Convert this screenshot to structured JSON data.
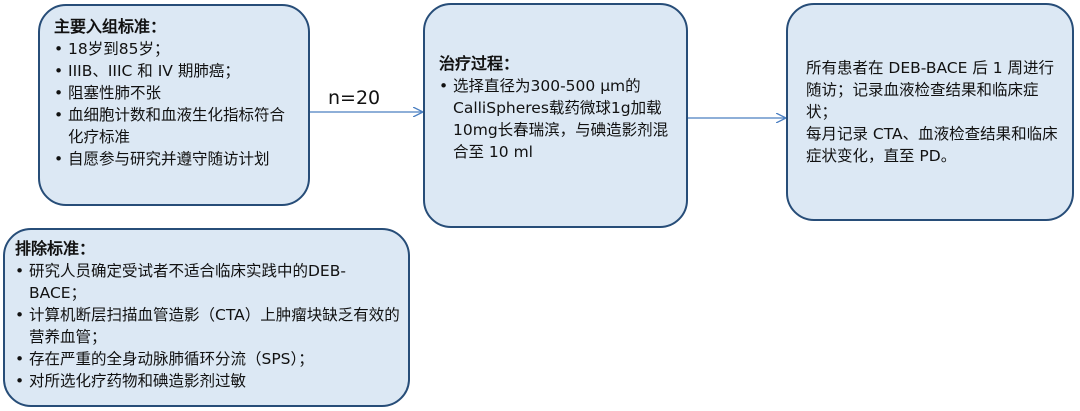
{
  "inclusion": {
    "title": "主要入组标准：",
    "items": [
      "18岁到85岁；",
      "IIIB、IIIC 和 IV 期肺癌；",
      "阻塞性肺不张",
      "血细胞计数和血液生化指标符合化疗标准",
      "自愿参与研究并遵守随访计划"
    ]
  },
  "arrow_label": "n=20",
  "treatment": {
    "title": "治疗过程：",
    "items": [
      "选择直径为300-500 μm的CalliSpheres载药微球1g加载10mg长春瑞滨，与碘造影剂混合至 10 ml"
    ]
  },
  "followup": {
    "lines": [
      "所有患者在 DEB-BACE 后 1 周进行随访；记录血液检查结果和临床症状；",
      "每月记录 CTA、血液检查结果和临床症状变化，直至 PD。"
    ]
  },
  "exclusion": {
    "title": "排除标准：",
    "items": [
      "研究人员确定受试者不适合临床实践中的DEB-BACE；",
      "计算机断层扫描血管造影（CTA）上肿瘤块缺乏有效的营养血管；",
      "存在严重的全身动脉肺循环分流（SPS）；",
      "对所选化疗药物和碘造影剂过敏"
    ]
  },
  "colors": {
    "box_fill": "#dce8f4",
    "box_border": "#274d78",
    "arrow": "#4a7fc1"
  }
}
